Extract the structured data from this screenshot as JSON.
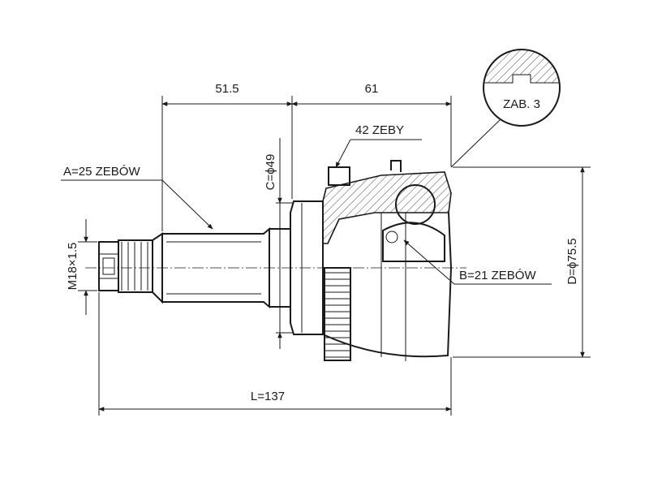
{
  "labels": {
    "dim_top_left": "51.5",
    "dim_top_right": "61",
    "spline_a": "A=25 ZEBÓW",
    "teeth_42": "42 ZEBY",
    "dim_c": "C=ϕ49",
    "thread": "M18×1.5",
    "spline_b": "B=21 ZEBÓW",
    "dim_d": "D=ϕ75.5",
    "length_l": "L=137",
    "detail_ref": "ZAB. 3"
  }
}
